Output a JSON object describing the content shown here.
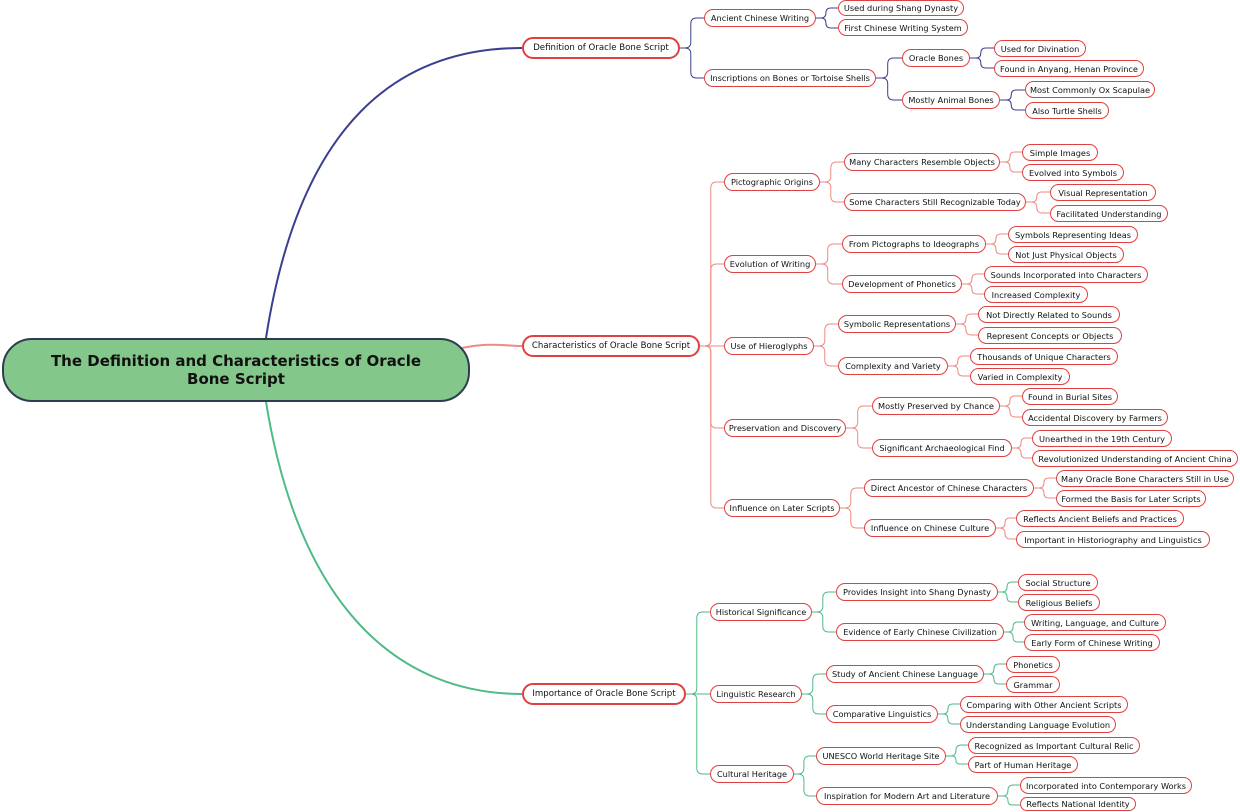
{
  "colors": {
    "branch_definition": "#3b3f8f",
    "branch_characteristics": "#ee8a80",
    "branch_importance": "#4dbb86",
    "node_border": "#e04040",
    "root_fill": "#84c78a"
  },
  "root": "The Definition and Characteristics of Oracle Bone Script",
  "definition": {
    "label": "Definition of Oracle Bone Script",
    "ancient_writing": {
      "label": "Ancient Chinese Writing",
      "shang": "Used during Shang Dynasty",
      "first": "First Chinese Writing System"
    },
    "inscriptions": {
      "label": "Inscriptions on Bones or Tortoise Shells",
      "oracle_bones": {
        "label": "Oracle Bones",
        "divination": "Used for Divination",
        "anyang": "Found in Anyang, Henan Province"
      },
      "animal_bones": {
        "label": "Mostly Animal Bones",
        "ox": "Most Commonly Ox Scapulae",
        "turtle": "Also Turtle Shells"
      }
    }
  },
  "characteristics": {
    "label": "Characteristics of Oracle Bone Script",
    "pictographic": {
      "label": "Pictographic Origins",
      "resemble": {
        "label": "Many Characters Resemble Objects",
        "simple": "Simple Images",
        "symbols": "Evolved into Symbols"
      },
      "recognizable": {
        "label": "Some Characters Still Recognizable Today",
        "visual": "Visual Representation",
        "facilitated": "Facilitated Understanding"
      }
    },
    "evolution": {
      "label": "Evolution of Writing",
      "ideographs": {
        "label": "From Pictographs to Ideographs",
        "ideas": "Symbols Representing Ideas",
        "physical": "Not Just Physical Objects"
      },
      "phonetics": {
        "label": "Development of Phonetics",
        "sounds": "Sounds Incorporated into Characters",
        "complexity": "Increased Complexity"
      }
    },
    "hieroglyphs": {
      "label": "Use of Hieroglyphs",
      "symbolic": {
        "label": "Symbolic Representations",
        "not_sounds": "Not Directly Related to Sounds",
        "concepts": "Represent Concepts or Objects"
      },
      "variety": {
        "label": "Complexity and Variety",
        "thousands": "Thousands of Unique Characters",
        "varied": "Varied in Complexity"
      }
    },
    "preservation": {
      "label": "Preservation and Discovery",
      "chance": {
        "label": "Mostly Preserved by Chance",
        "burial": "Found in Burial Sites",
        "farmers": "Accidental Discovery by Farmers"
      },
      "find": {
        "label": "Significant Archaeological Find",
        "unearthed": "Unearthed in the 19th Century",
        "revolutionized": "Revolutionized Understanding of Ancient China"
      }
    },
    "influence": {
      "label": "Influence on Later Scripts",
      "ancestor": {
        "label": "Direct Ancestor of Chinese Characters",
        "in_use": "Many Oracle Bone Characters Still in Use",
        "basis": "Formed the Basis for Later Scripts"
      },
      "culture": {
        "label": "Influence on Chinese Culture",
        "beliefs": "Reflects Ancient Beliefs and Practices",
        "historiography": "Important in Historiography and Linguistics"
      }
    }
  },
  "importance": {
    "label": "Importance of Oracle Bone Script",
    "historical": {
      "label": "Historical Significance",
      "insight": {
        "label": "Provides Insight into Shang Dynasty",
        "social": "Social Structure",
        "religious": "Religious Beliefs"
      },
      "evidence": {
        "label": "Evidence of Early Chinese Civilization",
        "writing": "Writing, Language, and Culture",
        "early": "Early Form of Chinese Writing"
      }
    },
    "linguistic": {
      "label": "Linguistic Research",
      "study": {
        "label": "Study of Ancient Chinese Language",
        "phonetics": "Phonetics",
        "grammar": "Grammar"
      },
      "comparative": {
        "label": "Comparative Linguistics",
        "comparing": "Comparing with Other Ancient Scripts",
        "understanding": "Understanding Language Evolution"
      }
    },
    "cultural": {
      "label": "Cultural Heritage",
      "unesco": {
        "label": "UNESCO World Heritage Site",
        "relic": "Recognized as Important Cultural Relic",
        "human": "Part of Human Heritage"
      },
      "inspiration": {
        "label": "Inspiration for Modern Art and Literature",
        "contemporary": "Incorporated into Contemporary Works",
        "identity": "Reflects National Identity"
      }
    }
  }
}
